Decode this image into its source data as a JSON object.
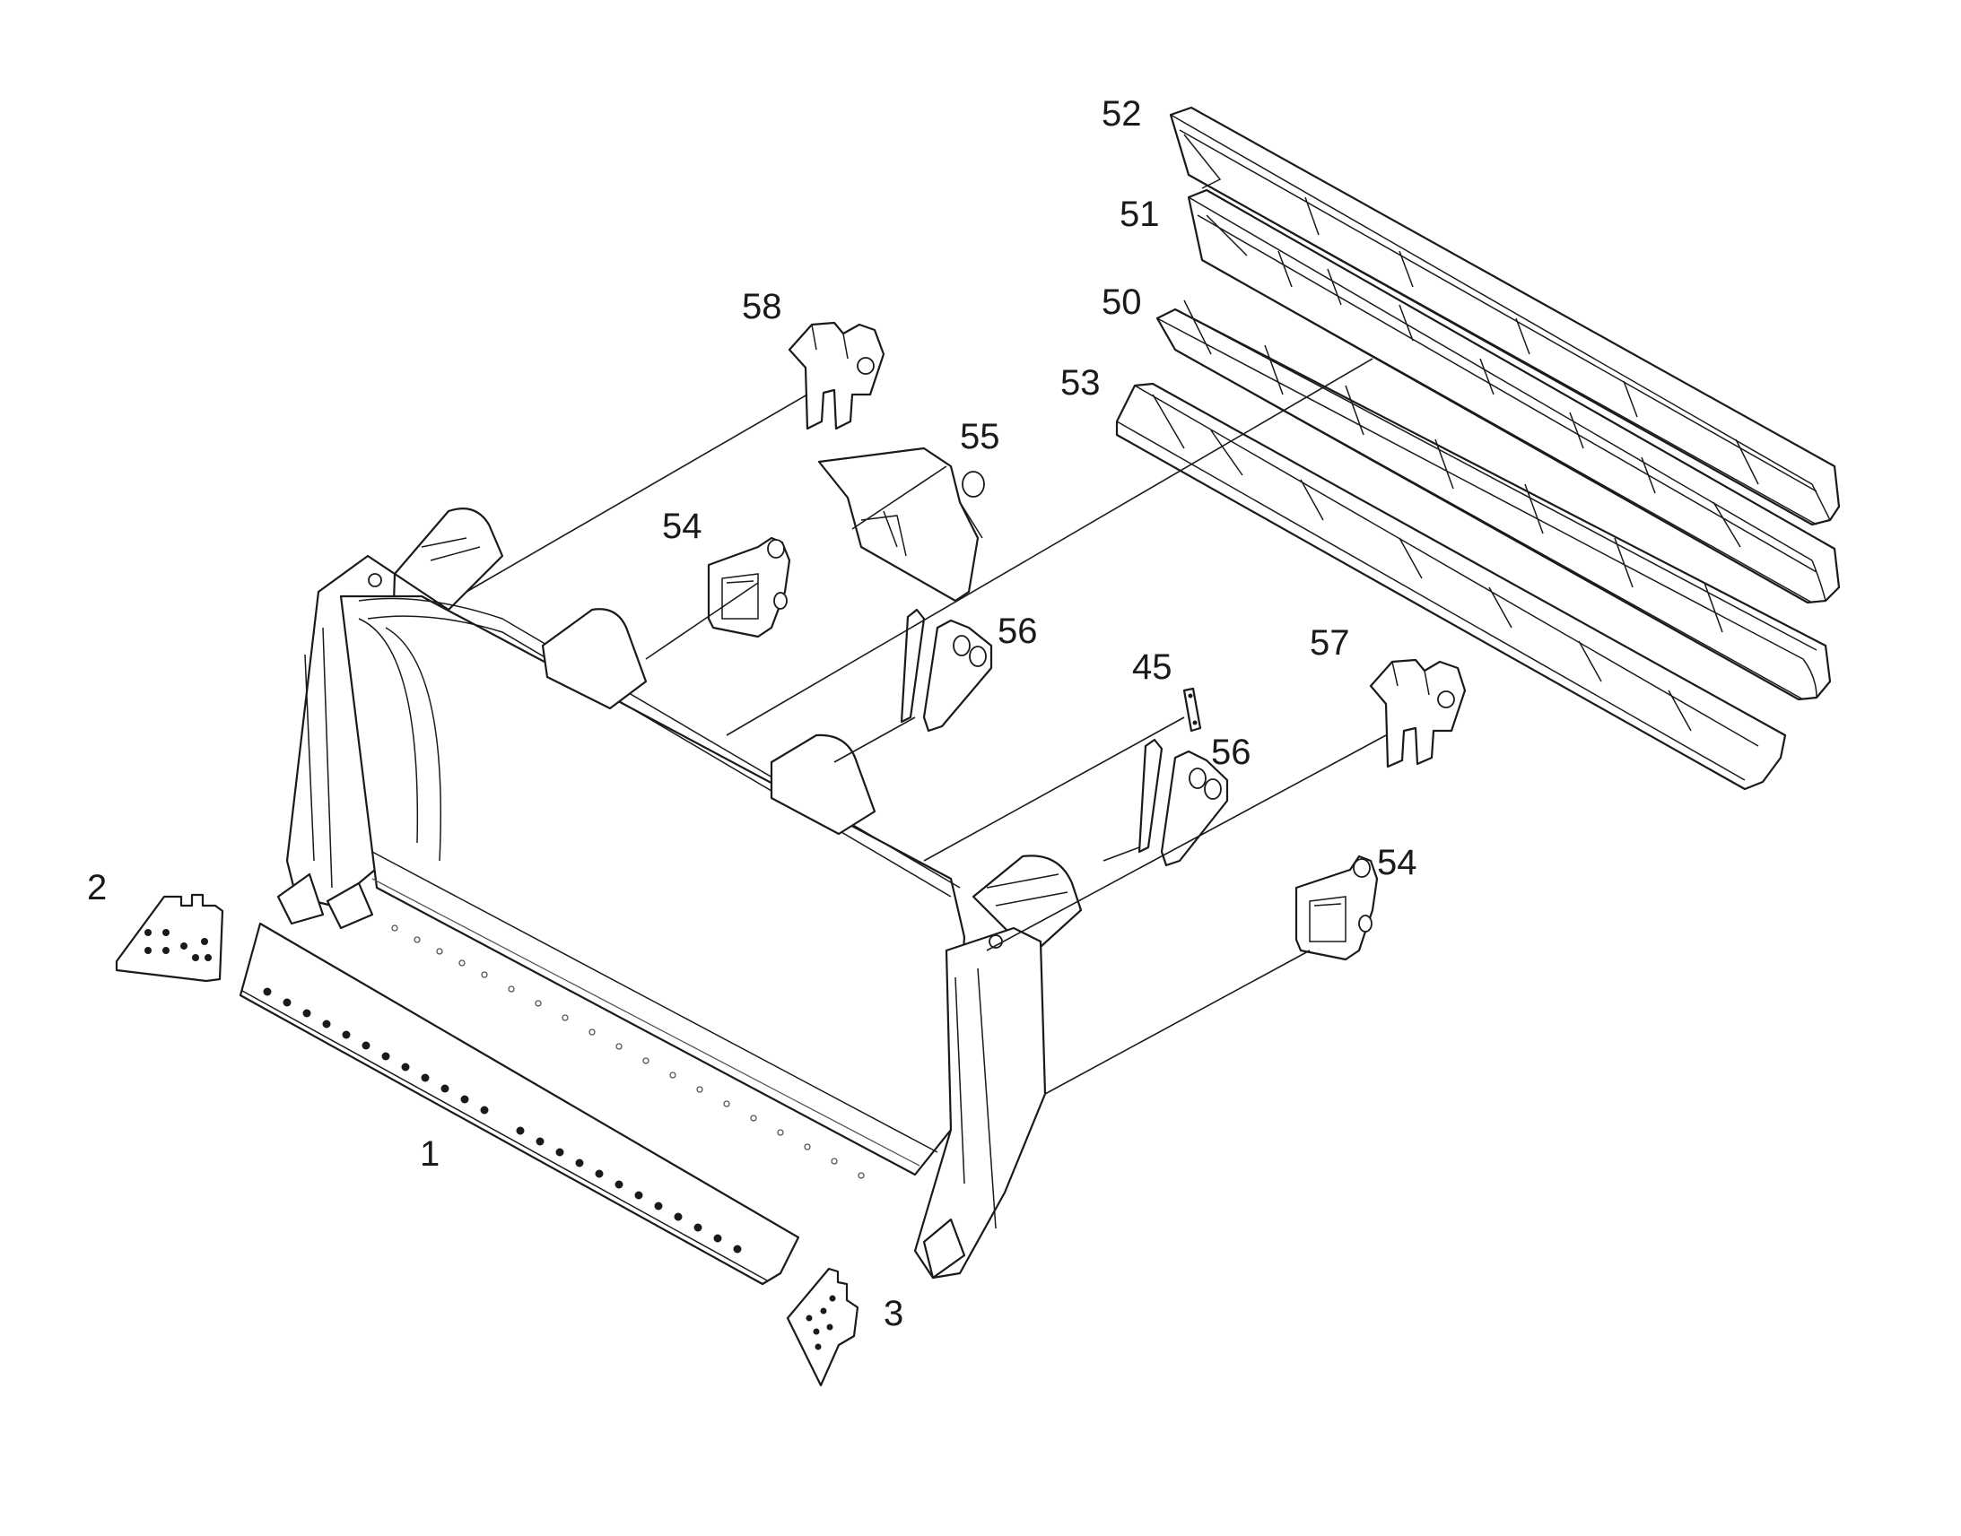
{
  "callouts": {
    "c1": "1",
    "c2": "2",
    "c3": "3",
    "c45": "45",
    "c50": "50",
    "c51": "51",
    "c52": "52",
    "c53": "53",
    "c54a": "54",
    "c54b": "54",
    "c55": "55",
    "c56a": "56",
    "c56b": "56",
    "c57": "57",
    "c58": "58"
  },
  "colors": {
    "line": "#1a1a1a",
    "background": "#ffffff"
  }
}
